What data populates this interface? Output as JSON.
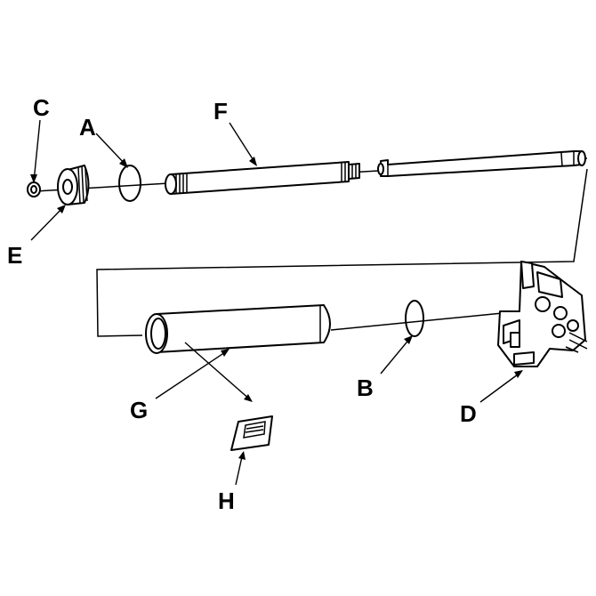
{
  "diagram": {
    "callouts": {
      "A": "A",
      "B": "B",
      "C": "C",
      "D": "D",
      "E": "E",
      "F": "F",
      "G": "G",
      "H": "H"
    }
  }
}
